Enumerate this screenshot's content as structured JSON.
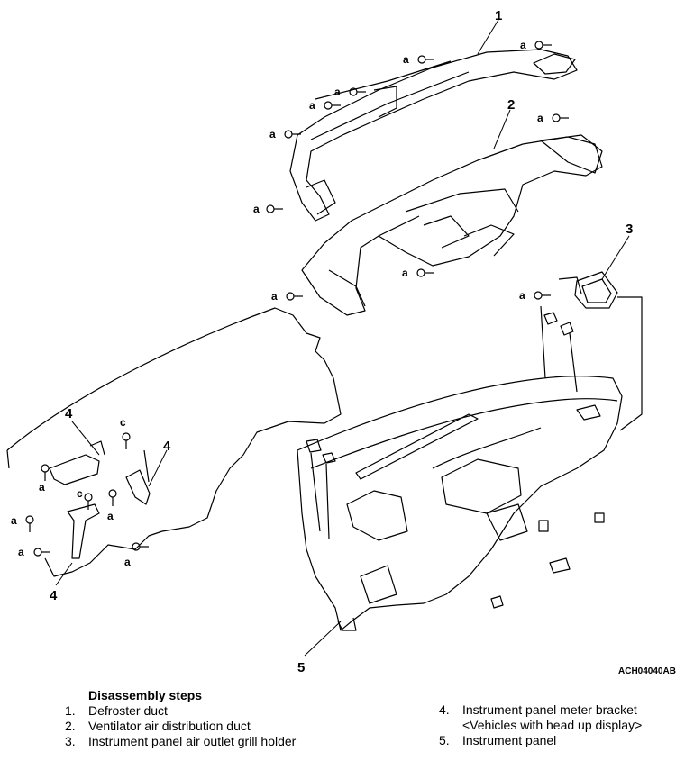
{
  "figure_code": "ACH04040AB",
  "callouts": {
    "c1": "1",
    "c2": "2",
    "c3": "3",
    "c4a": "4",
    "c4b": "4",
    "c4c": "4",
    "c5": "5"
  },
  "fastener_a": "a",
  "fastener_c": "c",
  "steps": {
    "title": "Disassembly steps",
    "items": [
      {
        "num": "1.",
        "text": "Defroster duct"
      },
      {
        "num": "2.",
        "text": "Ventilator air distribution duct"
      },
      {
        "num": "3.",
        "text": "Instrument panel air outlet grill holder"
      },
      {
        "num": "4.",
        "text": "Instrument panel meter bracket"
      },
      {
        "num": "",
        "text": "<Vehicles with head up display>"
      },
      {
        "num": "5.",
        "text": "Instrument panel"
      }
    ]
  }
}
